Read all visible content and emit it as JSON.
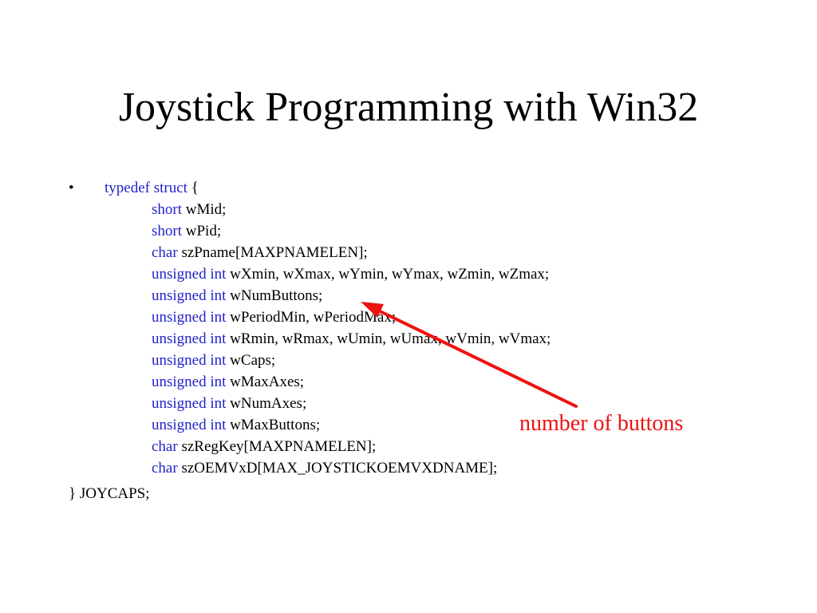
{
  "slide": {
    "title": "Joystick Programming with Win32",
    "bullet_symbol": "•",
    "struct_open": {
      "keyword": "typedef struct",
      "text": " {"
    },
    "members": [
      {
        "type": "short",
        "rest": " wMid;"
      },
      {
        "type": "short",
        "rest": " wPid;"
      },
      {
        "type": "char",
        "rest": " szPname[MAXPNAMELEN];"
      },
      {
        "type": "unsigned int",
        "rest": " wXmin, wXmax, wYmin, wYmax, wZmin, wZmax;"
      },
      {
        "type": "unsigned int",
        "rest": " wNumButtons;"
      },
      {
        "type": "unsigned int",
        "rest": " wPeriodMin, wPeriodMax;"
      },
      {
        "type": "unsigned int",
        "rest": " wRmin, wRmax, wUmin, wUmax, wVmin, wVmax;"
      },
      {
        "type": "unsigned int",
        "rest": " wCaps;"
      },
      {
        "type": "unsigned int",
        "rest": " wMaxAxes;"
      },
      {
        "type": "unsigned int",
        "rest": " wNumAxes;"
      },
      {
        "type": "unsigned int",
        "rest": " wMaxButtons;"
      },
      {
        "type": "char",
        "rest": " szRegKey[MAXPNAMELEN];"
      },
      {
        "type": "char",
        "rest": " szOEMVxD[MAX_JOYSTICKOEMVXDNAME];"
      }
    ],
    "struct_close": "} JOYCAPS;",
    "annotation": "number of buttons"
  },
  "colors": {
    "keyword": "#2222cc",
    "annotation": "#ee1111",
    "text": "#000000"
  }
}
